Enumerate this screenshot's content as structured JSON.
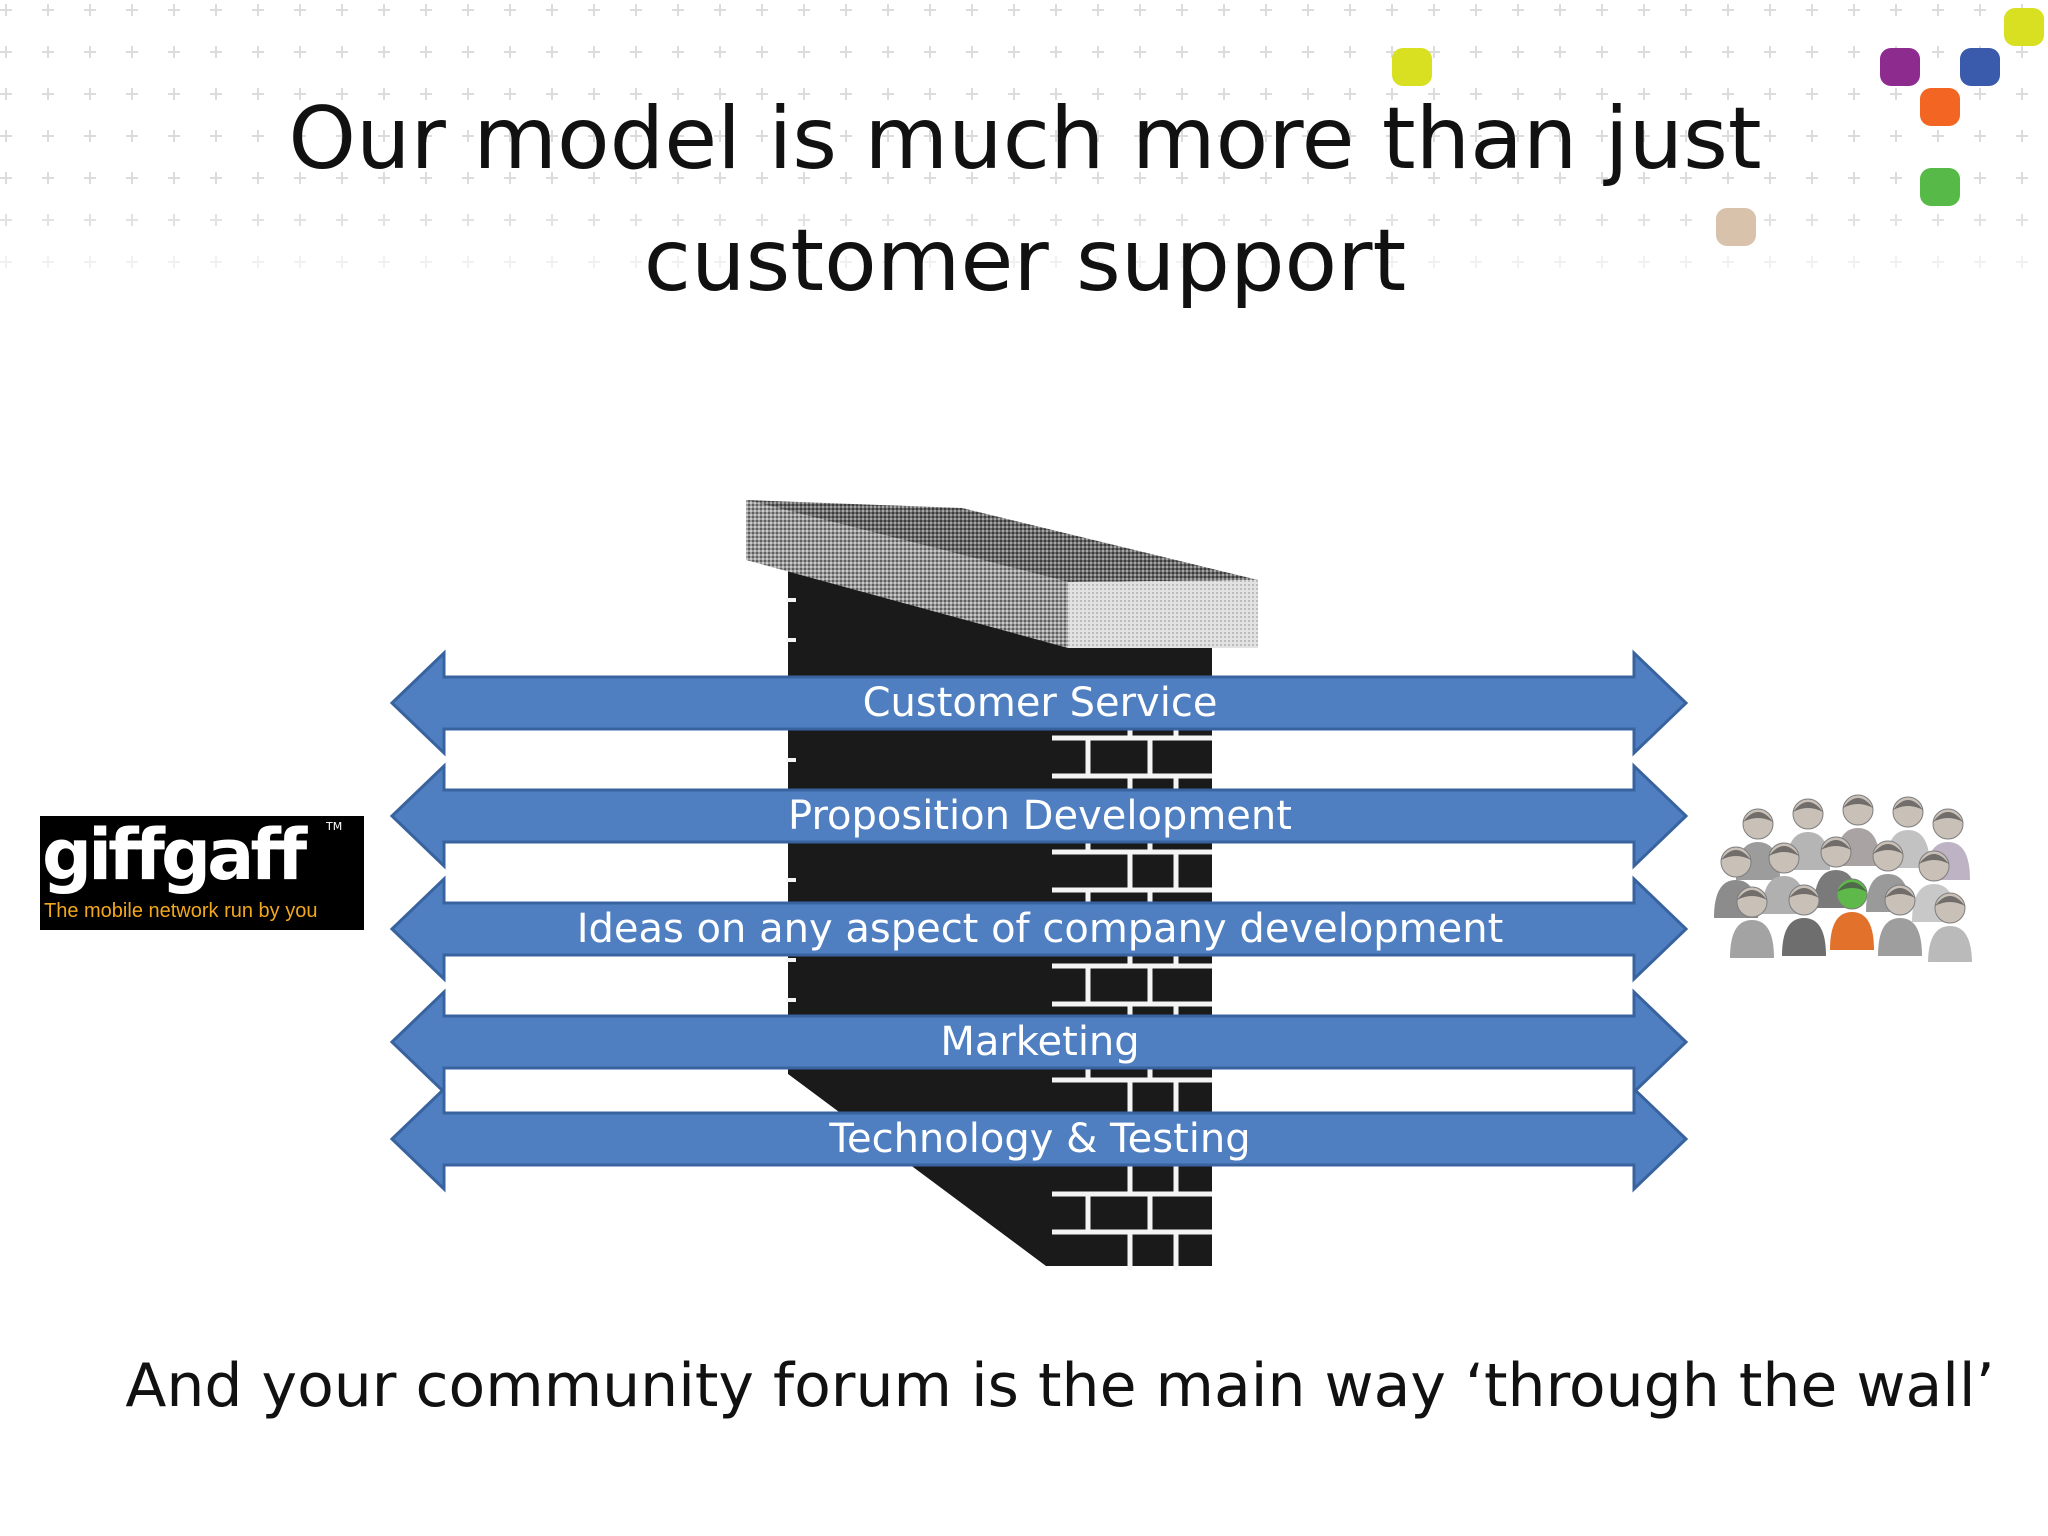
{
  "slide": {
    "title": "Our model is much more than just\ncustomer support",
    "caption": "And your community forum is the main way ‘through the wall’"
  },
  "logo": {
    "wordmark": "giffgaff",
    "trademark": "TM",
    "tagline": "The mobile network run by you"
  },
  "arrows": [
    {
      "label": "Customer Service"
    },
    {
      "label": "Proposition Development"
    },
    {
      "label": "Ideas on any aspect of company development"
    },
    {
      "label": "Marketing"
    },
    {
      "label": "Technology & Testing"
    }
  ],
  "colors": {
    "arrow_fill": "#4f7fc1",
    "arrow_stroke": "#38639f",
    "arrow_text": "#ffffff",
    "wall": "#1c1c1c",
    "mortar": "#f4f4f4",
    "dots": [
      "#d9e021",
      "#8e2b8f",
      "#3a5bab",
      "#f26522",
      "#57b947",
      "#d8c2ab",
      "#d9e021"
    ]
  },
  "icons": {
    "wall": "brick-wall-icon",
    "people": "community-crowd-icon",
    "dots": "decorative-dots-icon"
  }
}
